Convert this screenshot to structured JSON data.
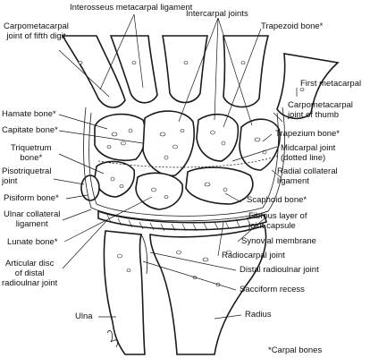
{
  "labels": {
    "interosseus_metacarpal_ligament": "Interosseus metacarpal ligament",
    "intercarpal_joints": "Intercarpal joints",
    "cmc_fifth_digit": "Carpometacarpal\njoint of fifth digit",
    "trapezoid_bone": "Trapezoid bone*",
    "first_metacarpal": "First metacarpal",
    "hamate_bone": "Hamate bone*",
    "cmc_thumb": "Carpometacarpal\njoint of thumb",
    "capitate_bone": "Capitate bone*",
    "trapezium_bone": "Trapezium bone*",
    "triquetrum_bone": "Triquetrum\nbone*",
    "midcarpal_joint": "Midcarpal joint\n(dotted line)",
    "pisotriquetral_joint": "Pisotriquetral\njoint",
    "radial_collateral_ligament": "Radial collateral\nligament",
    "pisiform_bone": "Pisiform bone*",
    "scaphoid_bone": "Scaphoid bone*",
    "ulnar_collateral_ligament": "Ulnar collateral\nligament",
    "fibrous_layer": "Fibrous layer of\njoint capsule",
    "synovial_membrane": "Synovial membrane",
    "lunate_bone": "Lunate bone*",
    "radiocarpal_joint": "Radiocarpal joint",
    "articular_disc": "Articular disc\nof distal\nradioulnar joint",
    "distal_radioulnar_joint": "Distal radioulnar joint",
    "sacciform_recess": "Sacciform recess",
    "ulna": "Ulna",
    "radius": "Radius",
    "footnote": "*Carpal bones"
  }
}
